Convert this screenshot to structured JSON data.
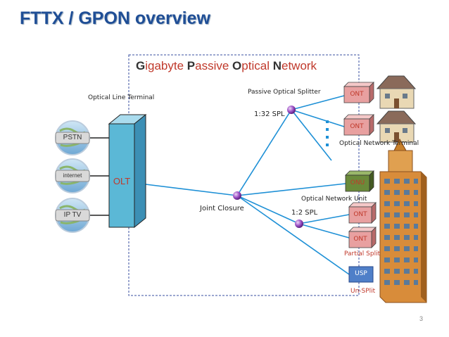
{
  "title": "FTTX / GPON overview",
  "gpon": {
    "g": "G",
    "igabyte": "igabyte ",
    "p": "P",
    "assive": "assive ",
    "o": "O",
    "ptical": "ptical ",
    "n": "N",
    "etwork": "etwork"
  },
  "labels": {
    "olt_full": "Optical Line Terminal",
    "pos": "Passive Optical Splitter",
    "spl32": "1:32 SPL",
    "spl2": "1:2 SPL",
    "joint": "Joint Closure",
    "ont_full": "Optical Network Terminal",
    "onu_full": "Optical Network Unit",
    "partial": "Partial Split",
    "unsplit": "Un-SPlit"
  },
  "services": [
    "PSTN",
    "internet",
    "IP TV"
  ],
  "olt": "OLT",
  "ont": "ONT",
  "onu": "ONU",
  "usp": "USP",
  "page_number": "3",
  "colors": {
    "title": "#1f4e96",
    "accent": "#c0392b",
    "olt": "#5bb8d6",
    "ont": "#e8a0a0",
    "onu": "#6a8a3a",
    "usp": "#4f7fc8",
    "fiber": "#1e90d6"
  }
}
